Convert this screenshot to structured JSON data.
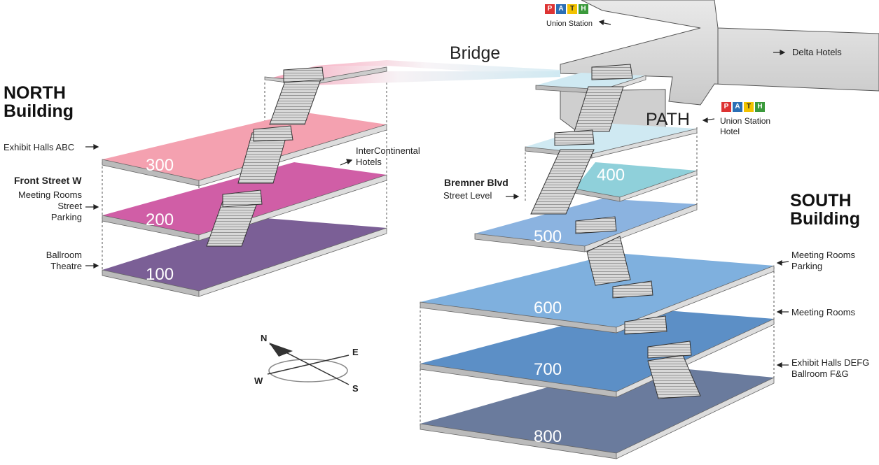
{
  "north": {
    "title_line1": "NORTH",
    "title_line2": "Building"
  },
  "south": {
    "title_line1": "SOUTH",
    "title_line2": "Building"
  },
  "bridge_label": "Bridge",
  "path_label": "PATH",
  "path_logo_letters": [
    "P",
    "A",
    "T",
    "H"
  ],
  "floors": {
    "f100": "100",
    "f200": "200",
    "f300": "300",
    "f400": "400",
    "f500": "500",
    "f600": "600",
    "f700": "700",
    "f800": "800"
  },
  "labels": {
    "exhibit_abc": "Exhibit Halls ABC",
    "front_street": "Front Street W",
    "meeting_rooms_north": "Meeting Rooms",
    "street": "Street",
    "parking_north": "Parking",
    "ballroom": "Ballroom",
    "theatre": "Theatre",
    "intercontinental_1": "InterContinental",
    "intercontinental_2": "Hotels",
    "bremner": "Bremner Blvd",
    "street_level": "Street Level",
    "union_station": "Union Station",
    "delta": "Delta Hotels",
    "union_hotel_1": "Union Station",
    "union_hotel_2": "Hotel",
    "meeting_rooms_south_1": "Meeting Rooms",
    "parking_south": "Parking",
    "meeting_rooms_south_2": "Meeting Rooms",
    "exhibit_defg": "Exhibit Halls DEFG",
    "ballroom_fg": "Ballroom F&G"
  },
  "compass": {
    "n": "N",
    "e": "E",
    "s": "S",
    "w": "W"
  },
  "colors": {
    "f100": "#7b5f96",
    "f200": "#d05ea6",
    "f300": "#f4a1b0",
    "f400": "#8fd0da",
    "f500": "#8bb3e0",
    "f600": "#7fb0de",
    "f700": "#5c8fc6",
    "f800": "#6a7b9d",
    "bridge_start": "#f5a6ba",
    "bridge_end": "#d7ecf3"
  }
}
